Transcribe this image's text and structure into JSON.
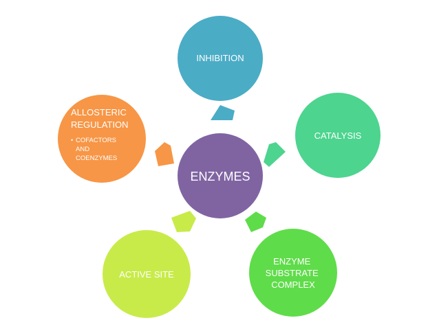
{
  "diagram": {
    "center": {
      "label": "ENZYMES",
      "color": "#8064a2"
    },
    "nodes": [
      {
        "label": "INHIBITION",
        "color": "#4bacc6"
      },
      {
        "label": "CATALYSIS",
        "color": "#4dd48f"
      },
      {
        "label_lines": [
          "ENZYME",
          "SUBSTRATE",
          "COMPLEX"
        ],
        "color": "#5fdc4a"
      },
      {
        "label": "ACTIVE SITE",
        "color": "#c8eb4a"
      },
      {
        "label_lines": [
          "ALLOSTERIC",
          "REGULATION"
        ],
        "bullet": "•",
        "sub_lines": [
          "COFACTORS",
          "AND",
          "COENZYMES"
        ],
        "color": "#f79646"
      }
    ]
  }
}
